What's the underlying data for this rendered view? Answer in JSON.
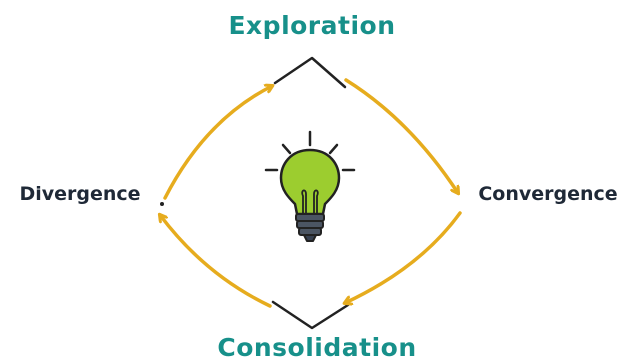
{
  "diagram": {
    "top_label": "Exploration",
    "right_label": "Convergence",
    "bottom_label": "Consolidation",
    "left_label": "Divergence",
    "center_icon": "lightbulb-icon"
  },
  "colors": {
    "teal": "#17908a",
    "dark": "#1f2937",
    "arrow": "#e6ac1e",
    "bulb": "#9ccd2f",
    "line": "#222222"
  }
}
